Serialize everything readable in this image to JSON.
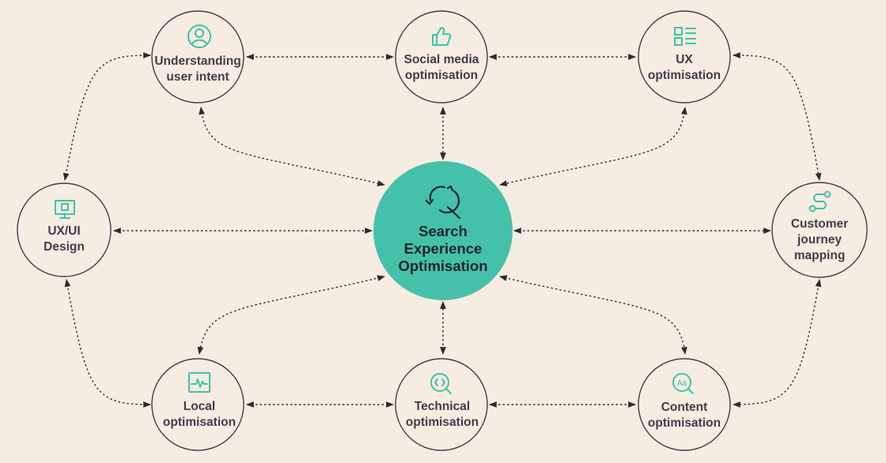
{
  "title": "Search Experience Optimisation",
  "center": {
    "lines": [
      "Search",
      "Experience",
      "Optimisation"
    ],
    "icon": "refresh-search-icon"
  },
  "nodes": {
    "understanding": {
      "lines": [
        "Understanding",
        "user intent"
      ],
      "icon": "user-icon"
    },
    "social": {
      "lines": [
        "Social media",
        "optimisation"
      ],
      "icon": "thumbs-up-icon"
    },
    "ux": {
      "lines": [
        "UX",
        "optimisation"
      ],
      "icon": "layout-list-icon"
    },
    "uxui": {
      "lines": [
        "UX/UI",
        "Design"
      ],
      "icon": "monitor-icon"
    },
    "journey": {
      "lines": [
        "Customer",
        "journey",
        "mapping"
      ],
      "icon": "route-icon"
    },
    "local": {
      "lines": [
        "Local",
        "optimisation"
      ],
      "icon": "activity-chart-icon"
    },
    "technical": {
      "lines": [
        "Technical",
        "optimisation"
      ],
      "icon": "code-search-icon"
    },
    "content": {
      "lines": [
        "Content",
        "optimisation"
      ],
      "icon": "text-search-icon"
    }
  },
  "colors": {
    "accent": "#45c1a9",
    "icon": "#3cc3a6",
    "background": "#f6ece2",
    "stroke": "#3d3d4a"
  }
}
